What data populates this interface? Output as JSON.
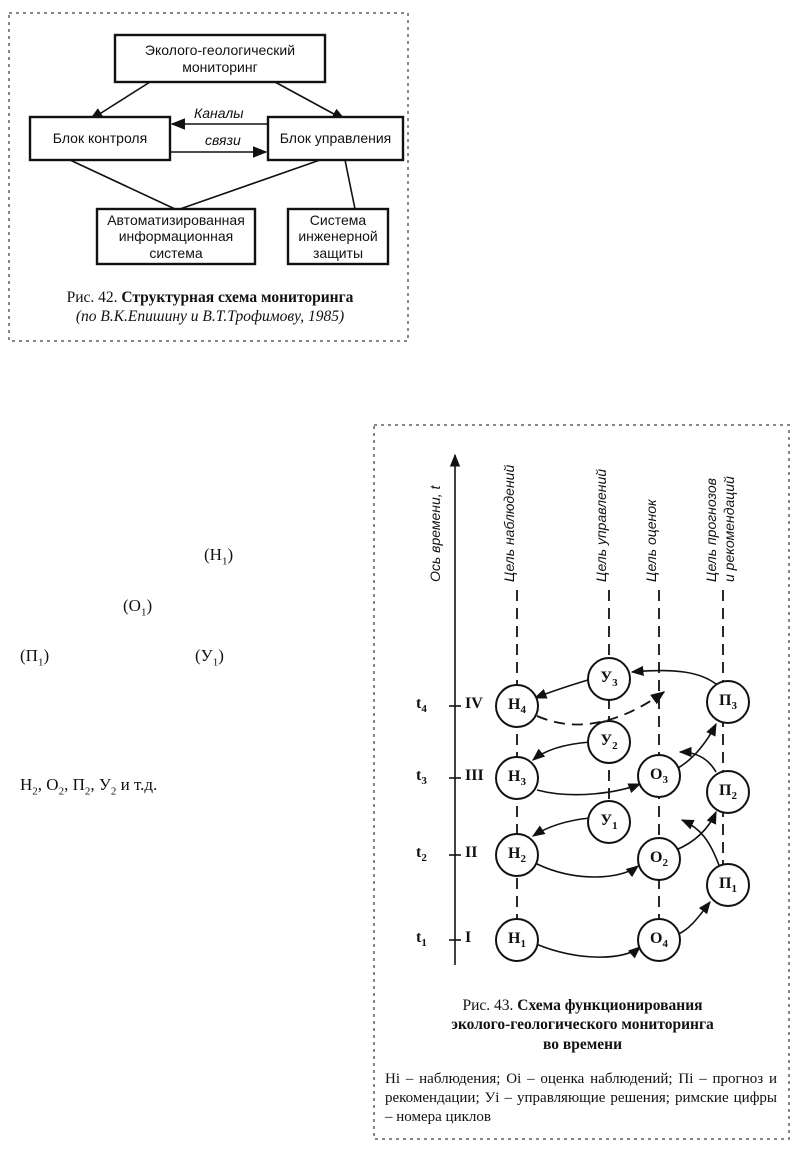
{
  "fig42": {
    "boxes": {
      "monitoring": "Эколого-геологический мониторинг",
      "control": "Блок контроля",
      "management": "Блок управления",
      "ais": "Автоматизированная информационная система",
      "protection": "Система инженерной защиты"
    },
    "channel_label_1": "Каналы",
    "channel_label_2": "связи",
    "caption_prefix": "Рис. 42. ",
    "caption_title": "Структурная схема мониторинга",
    "caption_source": "(по В.К.Епишину и В.Т.Трофимову, 1985)"
  },
  "left_text": {
    "h1": "(Н1)",
    "o1": "(О1)",
    "p1": "(П1)",
    "u1": "(У1)",
    "sequence": "Н2, О2, П2, У2 и т.д."
  },
  "fig43": {
    "axis_label": "Ось времени, t",
    "columns": [
      "Цель наблюдений",
      "Цель управлений",
      "Цель оценок",
      "Цель прогнозов",
      "и рекомендаций"
    ],
    "time_labels": [
      "t1",
      "t2",
      "t3",
      "t4"
    ],
    "cycle_labels": [
      "I",
      "II",
      "III",
      "IV"
    ],
    "nodes": {
      "h1": "Н1",
      "h2": "Н2",
      "h3": "Н3",
      "h4": "Н4",
      "u1": "У1",
      "u2": "У2",
      "u3": "У3",
      "o2": "О2",
      "o3": "О3",
      "o4": "О4",
      "p1": "П1",
      "p2": "П2",
      "p3": "П3"
    },
    "caption_prefix": "Рис. 43. ",
    "caption_line1": "Схема функционирования",
    "caption_line2": "эколого-геологического мониторинга",
    "caption_line3": "во времени",
    "legend": "Нi – наблюдения; Оi – оценка наблюдений; Пi – прогноз и рекомендации; Уi – управляющие решения; римские цифры – номера циклов"
  }
}
